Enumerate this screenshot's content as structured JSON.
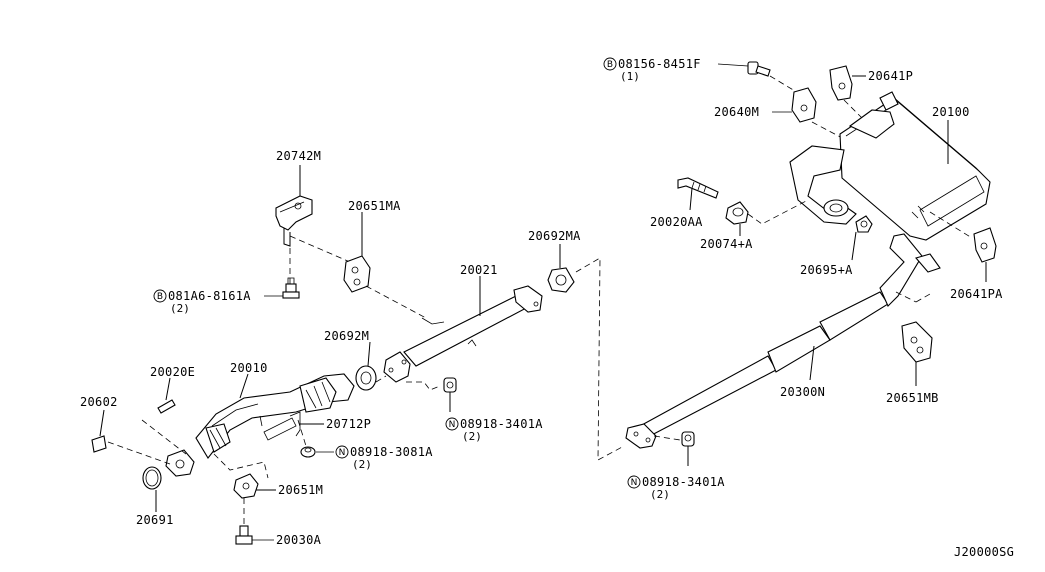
{
  "diagram_code": "J20000SG",
  "labels": {
    "p20742M": "20742M",
    "p20651MA": "20651MA",
    "p20692MA": "20692MA",
    "p20021": "20021",
    "b081A6": "081A6-8161A",
    "b081A6_qty": "(2)",
    "p20692M": "20692M",
    "p20020E": "20020E",
    "p20010": "20010",
    "p20602": "20602",
    "p20712P": "20712P",
    "n08918_3081A": "08918-3081A",
    "n08918_3081A_qty": "(2)",
    "n08918_3401A_top": "08918-3401A",
    "n08918_3401A_top_qty": "(2)",
    "p20651M": "20651M",
    "p20691": "20691",
    "p20030A": "20030A",
    "b08156": "08156-8451F",
    "b08156_qty": "(1)",
    "p20641P": "20641P",
    "p20640M": "20640M",
    "p20100": "20100",
    "p20020AA": "20020AA",
    "p20074A": "20074+A",
    "p20695A": "20695+A",
    "p20641PA": "20641PA",
    "p20651MB": "20651MB",
    "p20300N": "20300N",
    "n08918_3401A_bot": "08918-3401A",
    "n08918_3401A_bot_qty": "(2)"
  },
  "markers": {
    "bolt": "B",
    "nut": "N"
  }
}
